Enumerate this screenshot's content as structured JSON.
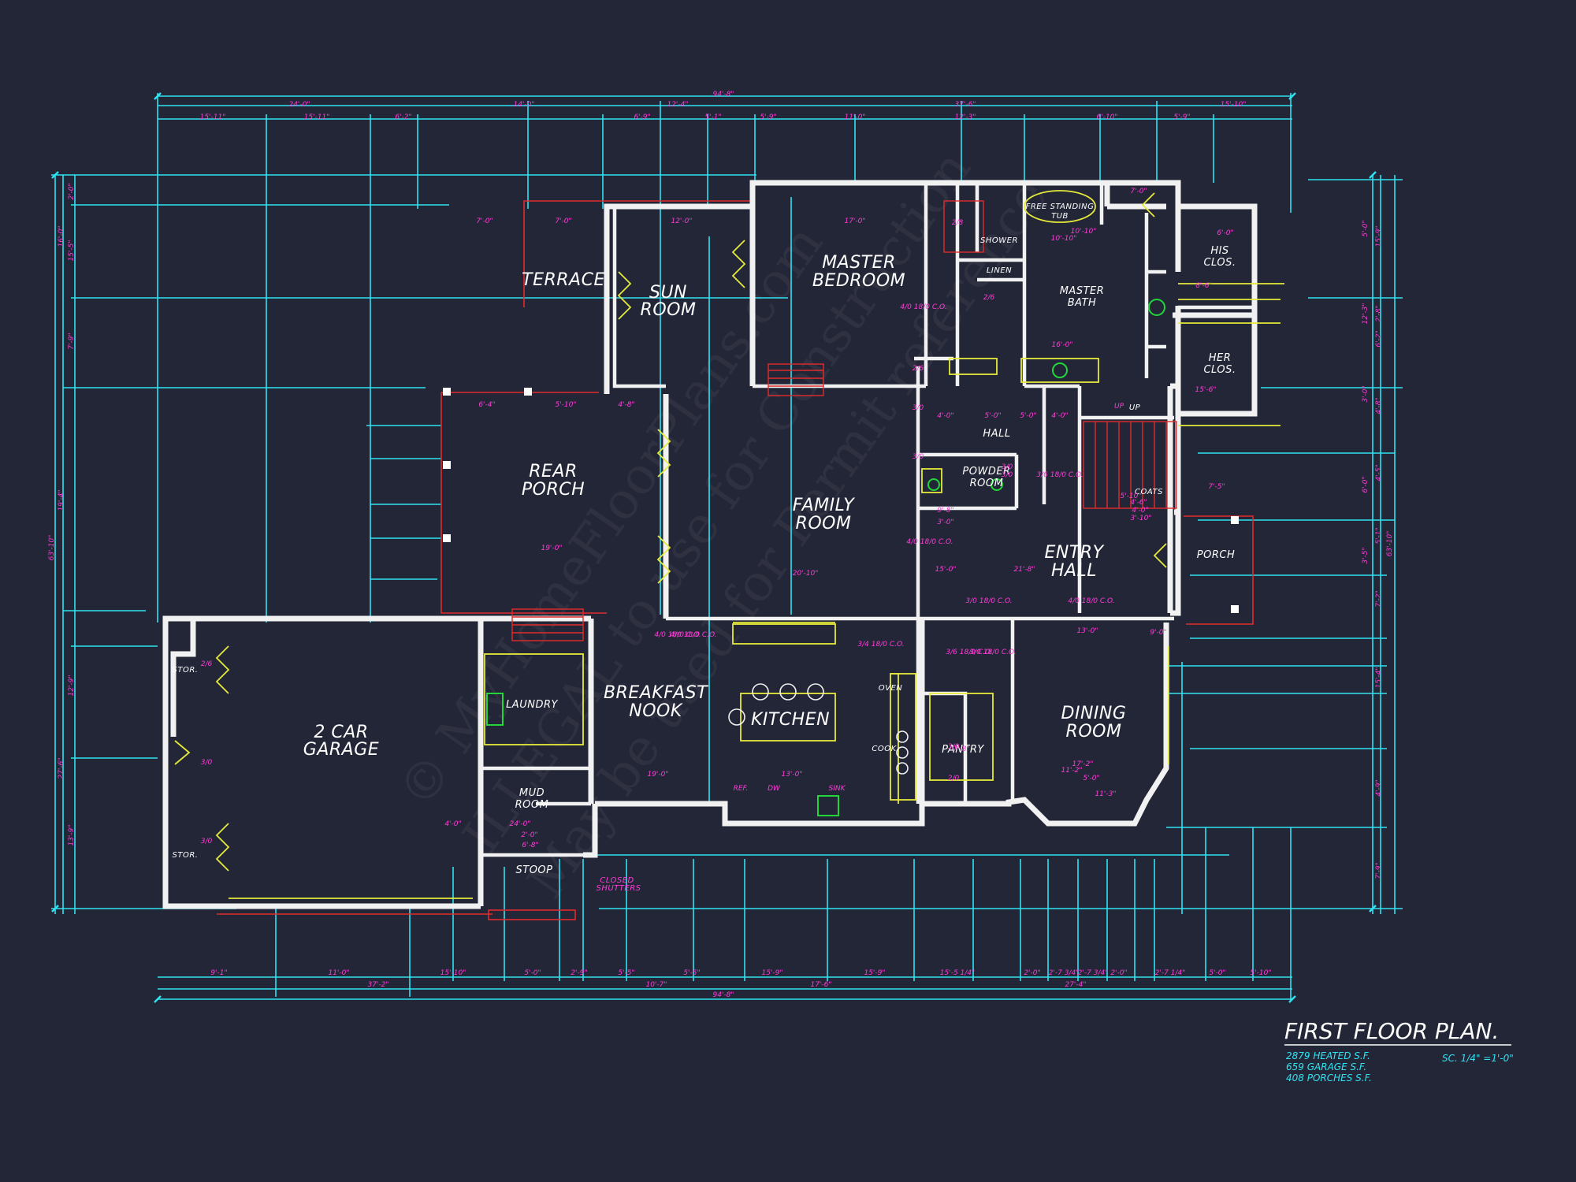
{
  "colors": {
    "background": "#232637",
    "dimension": "#2fe3f2",
    "annotation": "#ff3cd8",
    "wall": "#f1f1f1",
    "fixture": "#e6ea3a",
    "porch_line": "#e02c2c",
    "appliance": "#22d63a"
  },
  "rooms": {
    "terrace": "TERRACE",
    "sun_room_1": "SUN",
    "sun_room_2": "ROOM",
    "master_bedroom_1": "MASTER",
    "master_bedroom_2": "BEDROOM",
    "master_bath_1": "MASTER",
    "master_bath_2": "BATH",
    "his_clos_1": "HIS",
    "his_clos_2": "CLOS.",
    "her_clos_1": "HER",
    "her_clos_2": "CLOS.",
    "shower": "SHOWER",
    "linen": "LINEN",
    "tub_1": "FREE STANDING",
    "tub_2": "TUB",
    "rear_porch_1": "REAR",
    "rear_porch_2": "PORCH",
    "family_room_1": "FAMILY",
    "family_room_2": "ROOM",
    "hall": "HALL",
    "powder_1": "POWDER",
    "powder_2": "ROOM",
    "entry_hall_1": "ENTRY",
    "entry_hall_2": "HALL",
    "porch": "PORCH",
    "garage_1": "2 CAR",
    "garage_2": "GARAGE",
    "laundry": "LAUNDRY",
    "breakfast_1": "BREAKFAST",
    "breakfast_2": "NOOK",
    "kitchen": "KITCHEN",
    "pantry": "PANTRY",
    "dining_1": "DINING",
    "dining_2": "ROOM",
    "mud_1": "MUD",
    "mud_2": "ROOM",
    "stoop": "STOOP",
    "stor_1": "STOR.",
    "stor_2": "STOR.",
    "coats": "COATS",
    "up": "UP",
    "oven": "OVEN",
    "cook": "COOK",
    "closed_shutters_1": "CLOSED",
    "closed_shutters_2": "SHUTTERS"
  },
  "dimensions": {
    "top_overall": "94'-8\"",
    "top_mid": [
      "24'-0\"",
      "14'-0\"",
      "12'-4\"",
      "37'-6\"",
      "15'-10\""
    ],
    "top_inner": [
      "15'-11\"",
      "15'-11\"",
      "6'-2\"",
      "6'-9\"",
      "5'-1\"",
      "5'-9\"",
      "11'-0\"",
      "12'-3\"",
      "6'-10\"",
      "5'-9\""
    ],
    "bottom_inner": [
      "9'-1\"",
      "11'-0\"",
      "15'-10\"",
      "5'-0\"",
      "2'-9\"",
      "5'-5\"",
      "5'-5\"",
      "15'-9\"",
      "15'-9\"",
      "15'-5 1/4\"",
      "2'-0\"",
      "2'-7 3/4\"",
      "2'-7 3/4\"",
      "2'-0\"",
      "2'-7 1/4\"",
      "5'-0\"",
      "5'-10\""
    ],
    "bottom_mid": [
      "37'-2\"",
      "10'-7\"",
      "17'-6\"",
      "27'-4\""
    ],
    "bottom_overall": "94'-8\"",
    "left_overall": "63'-10\"",
    "left_mid": [
      "16'-0\"",
      "19'-4\"",
      "27'-6\""
    ],
    "left_inner": [
      "2'-0\"",
      "15'-5\"",
      "7'-9\"",
      "12'-9\"",
      "13'-9\""
    ],
    "right_overall": "63'-10\"",
    "right_mid": [
      "15'-9\"",
      "2'-8\"",
      "6'-2\"",
      "4'-8\"",
      "4'-5\"",
      "5'-1\"",
      "7'-2\"",
      "15'-4\"",
      "4'-9\"",
      "7'-9\""
    ],
    "right_inner": [
      "5'-0\"",
      "12'-3\"",
      "3'-0\"",
      "6'-0\"",
      "3'-5\""
    ],
    "interior": [
      "7'-0\"",
      "7'-0\"",
      "12'-0\"",
      "17'-0\"",
      "10'-10\"",
      "7'-0\"",
      "6'-0\"",
      "6'-4\"",
      "5'-10\"",
      "4'-8\"",
      "19'-0\"",
      "20'-10\"",
      "19'-0\"",
      "13'-0\"",
      "16'-0\"",
      "17'-2\"",
      "7'-8\"",
      "13'-0\"",
      "11'-3\"",
      "5'-0\"",
      "9'-0\"",
      "8'-6\"",
      "15'-6\"",
      "7'-5\"",
      "4'-0\"",
      "5'-0\"",
      "5'-0\"",
      "4'-0\"",
      "4'-0\"",
      "24'-0\"",
      "2'-0\"",
      "6'-8\"",
      "10'-10\"",
      "15'-0\"",
      "21'-8\"",
      "5'-10\"",
      "4'-6\"",
      "4'-0\"",
      "3'-10\"",
      "9'-8\"",
      "3'-0\"",
      "11'-2\""
    ],
    "callouts": [
      "4/0 18/0 C.O.",
      "3/6 18/0 C.O.",
      "4/0 18/0 C.O.",
      "3/0 18/0 C.O.",
      "4/0 18/0 C.O.",
      "3/4 18/0 C.O.",
      "4/0 18/0 C.O.",
      "4/0 18/0 C.O.",
      "3/6 18/0 C.O.",
      "3/0 18/0 C.O.",
      "2/6",
      "3/0",
      "3/0",
      "2/8",
      "2/6",
      "2/6",
      "3/0",
      "3/0",
      "DW",
      "REF.",
      "SINK",
      "UP",
      "3/0",
      "3/0",
      "3/0",
      "2/0"
    ]
  },
  "title_block": {
    "title": "FIRST FLOOR PLAN.",
    "heated": "2879 HEATED S.F.",
    "garage": "659 GARAGE S.F.",
    "porches": "408 PORCHES S.F.",
    "scale": "SC. 1/4\" =1'-0\""
  },
  "watermark": {
    "line_1": "© MyHomeFloorPlans.com",
    "line_2": "ILLEGAL to use for Construction",
    "line_3": "May be used for Permit reference"
  }
}
